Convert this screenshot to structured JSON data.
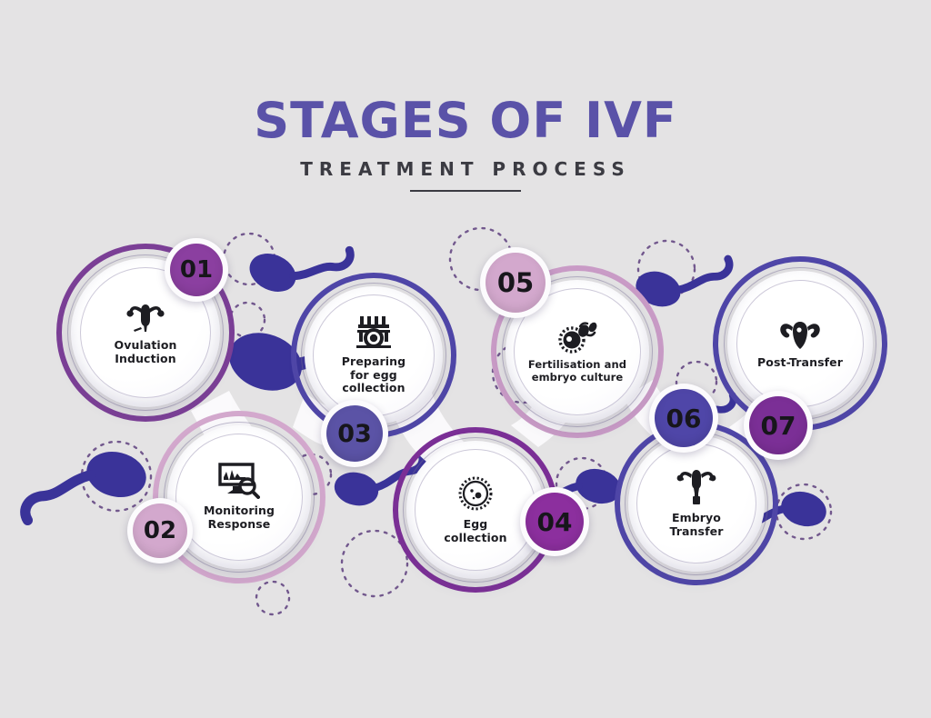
{
  "background_color": "#e4e3e4",
  "header": {
    "title": "STAGES OF IVF",
    "subtitle": "TREATMENT PROCESS",
    "title_color": "#5a52a8",
    "subtitle_color": "#3b3b42"
  },
  "palette": {
    "purple": "#8b3fa0",
    "light_pink": "#d3a8cd",
    "indigo": "#5b53a6",
    "deep_purple": "#8c2f9e",
    "blue": "#4f46a8",
    "magenta_purple": "#7b2f96",
    "sperm_blue": "#3a3399",
    "dotted_purple": "#5e3f7e"
  },
  "stages": [
    {
      "number": "01",
      "label": "Ovulation\nInduction",
      "icon": "uterus-icon",
      "badge_color": "#8b3fa0",
      "ring_color": "#7b3f96",
      "ring_color_2": "#9e5bb0"
    },
    {
      "number": "02",
      "label": "Monitoring\nResponse",
      "icon": "monitor-magnifier-icon",
      "badge_color": "#d3a8cd",
      "ring_color": "#d3a8cd",
      "ring_color_2": "#c08fc0"
    },
    {
      "number": "03",
      "label": "Preparing\nfor egg\ncollection",
      "icon": "lab-centrifuge-icon",
      "badge_color": "#5b53a6",
      "ring_color": "#4f46a8",
      "ring_color_2": "#6f4fa8"
    },
    {
      "number": "04",
      "label": "Egg\ncollection",
      "icon": "ovum-icon",
      "badge_color": "#8c2f9e",
      "ring_color": "#7b2f96",
      "ring_color_2": "#9c4fae"
    },
    {
      "number": "05",
      "label": "Fertilisation and\nembryo culture",
      "icon": "fertilisation-icon",
      "badge_color": "#d3a8cd",
      "ring_color": "#c99bc6",
      "ring_color_2": "#b98bb8"
    },
    {
      "number": "06",
      "label": "Embryo\nTransfer",
      "icon": "embryo-transfer-icon",
      "badge_color": "#4f46a8",
      "ring_color": "#4f46a8",
      "ring_color_2": "#6f5fb8"
    },
    {
      "number": "07",
      "label": "Post-Transfer",
      "icon": "uterus-filled-icon",
      "badge_color": "#7b2f96",
      "ring_color": "#4f46a8",
      "ring_color_2": "#6f5fb8"
    }
  ]
}
